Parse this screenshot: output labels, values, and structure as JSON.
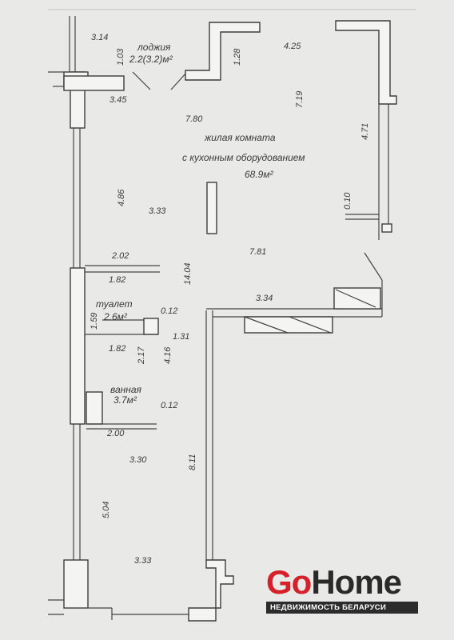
{
  "rooms": {
    "loggia": {
      "name": "лоджия",
      "area": "2.2(3.2)м²"
    },
    "living": {
      "name_line1": "жилая комната",
      "name_line2": "с кухонным оборудованием",
      "area": "68.9м²"
    },
    "toilet": {
      "name": "туалет",
      "area": "2.6м²"
    },
    "bath": {
      "name": "ванная",
      "area": "3.7м²"
    }
  },
  "dimensions": {
    "d314": "3.14",
    "d103": "1.03",
    "d345": "3.45",
    "d128": "1.28",
    "d425": "4.25",
    "d719": "7.19",
    "d471": "4.71",
    "d780": "7.80",
    "d010": "0.10",
    "d486": "4.86",
    "d333a": "3.33",
    "d781": "7.81",
    "d202": "2.02",
    "d182a": "1.82",
    "d1404": "14.04",
    "d334": "3.34",
    "d012a": "0.12",
    "d159": "1.59",
    "d131": "1.31",
    "d182b": "1.82",
    "d217": "2.17",
    "d416": "4.16",
    "d012b": "0.12",
    "d200": "2.00",
    "d330": "3.30",
    "d811": "8.11",
    "d504": "5.04",
    "d333b": "3.33"
  },
  "logo": {
    "go": "Go",
    "home": "Home",
    "tagline": "НЕДВИЖИМОСТЬ БЕЛАРУСИ",
    "accent_color": "#d6202a"
  }
}
